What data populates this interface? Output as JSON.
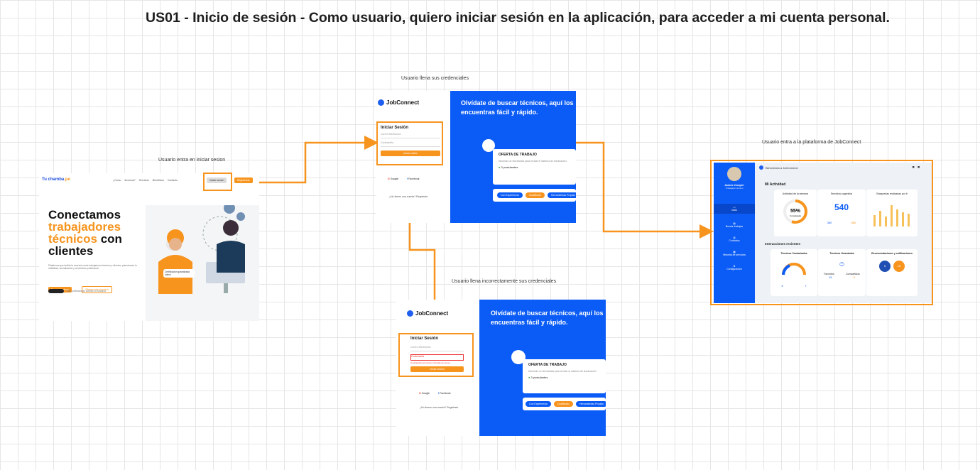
{
  "title": "US01 - Inicio de sesión - Como usuario, quiero iniciar sesión en la aplicación, para acceder a mi cuenta personal.",
  "captions": {
    "enter_login": "Usuario entra en iniciar sesion",
    "fills_credentials": "Usuario llena sus credenciales",
    "fills_incorrect": "Usuario llena incorrectamente sus credenciales",
    "enters_platform": "Usuario entra a la plataforma de JobConnect"
  },
  "landing": {
    "logo_prefix": "Tu chamba",
    "logo_suffix": ".pe",
    "nav_links": "¿Cómo funciona? Servicios Beneficios Contacto",
    "login_button": "Iniciar sesión",
    "register_button": "Registrarse",
    "hero_line1": "Conectamos",
    "hero_line2": "trabajadores",
    "hero_line3a": "técnicos",
    "hero_line3b": " con",
    "hero_line4": "clientes",
    "hero_desc": "Plataforma que facilita la conexión entre trabajadores técnicos y clientes, potenciando la visibilidad, formalización y crecimiento profesional.",
    "cta_primary": "Buscar técnicos",
    "cta_secondary": "Ofrecer mis servicios",
    "trust_text": "+500 profesionales confían en nosotros",
    "badge_text": "Certificación garantizada online"
  },
  "login": {
    "brand": "JobConnect",
    "form_title": "Iniciar Sesión",
    "email_placeholder": "Correo electrónico",
    "password_placeholder": "Contraseña",
    "submit": "Iniciar sesión",
    "google": "Google",
    "facebook": "Facebook",
    "register_prompt": "¿No tienes una cuenta? Regístrate",
    "error_password": "Contraseña",
    "error_message": "Contraseña incorrecta. Inténtalo de nuevo.",
    "headline": "Olvídate de buscar técnicos, aquí los encuentras fácil y rápido.",
    "offer_title": "OFERTA DE TRABAJO",
    "offer_desc": "Necesito un electricista para revisar el sistema de iluminación.",
    "offer_applicants": "3 postulantes",
    "pill1": "Con Experiencia",
    "pill2": "Cualificado",
    "pill3": "Herramientas Propias"
  },
  "dashboard": {
    "topbar": "Bienvenido a JobConnect",
    "user_name": "James Cooper",
    "user_role": "Trabajador técnico",
    "menu": [
      "Inicio",
      "Buscar trabajos",
      "Contratos",
      "Historial de servicios",
      "Configuración"
    ],
    "section1": "Mi Actividad",
    "section2": "Interacciones recientes",
    "card1_title": "Actividad de la semana",
    "card1_value": "55%",
    "card1_sub": "Completado",
    "card2_title": "Servicios sugeridos",
    "card2_value": "540",
    "card2_a": "360",
    "card2_b": "580",
    "card3_title": "Búsquedas realizadas por ti",
    "card4_title": "Técnicos Contactados",
    "card4_a": "4",
    "card4_b": "7",
    "card5_title": "Técnicos Guardados",
    "card5_l1": "Favoritos",
    "card5_l2": "Compartidos",
    "card5_a": "15",
    "card5_b": "5",
    "card6_title": "Recomendaciones y calificaciones",
    "card6_a": "5",
    "card6_b": "15"
  },
  "colors": {
    "accent": "#f7941d",
    "brand_blue": "#0b5cf6"
  },
  "icons": [
    "google-icon",
    "facebook-icon",
    "user-icon",
    "gear-icon",
    "lightbulb-icon"
  ]
}
